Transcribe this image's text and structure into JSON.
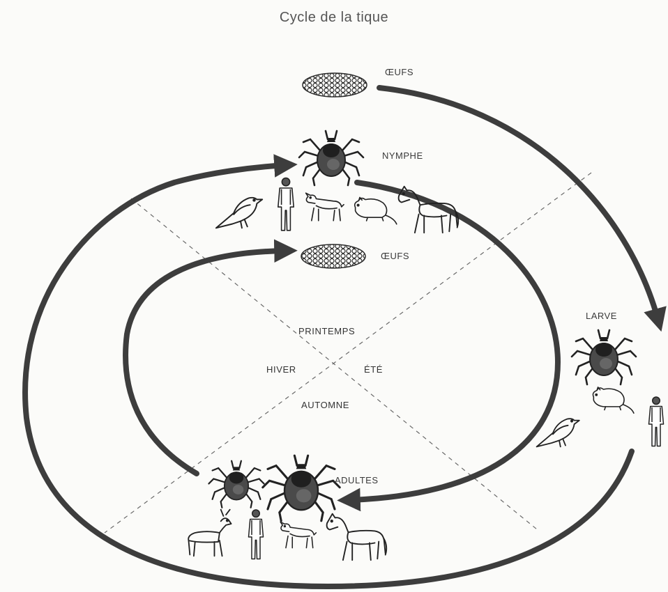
{
  "title": "Cycle de la tique",
  "stages": {
    "eggs_top": "ŒUFS",
    "nymph": "NYMPHE",
    "eggs_middle": "ŒUFS",
    "larva": "LARVE",
    "adults": "ADULTES"
  },
  "seasons": {
    "spring": "PRINTEMPS",
    "winter": "HIVER",
    "summer": "ÉTÉ",
    "autumn": "AUTOMNE"
  },
  "hosts": {
    "nymph": [
      "bird-icon",
      "human-icon",
      "dog-icon",
      "rodent-icon",
      "horse-icon"
    ],
    "larva": [
      "bird-icon",
      "rodent-icon",
      "human-icon"
    ],
    "adults": [
      "deer-icon",
      "human-icon",
      "dog-icon",
      "horse-icon"
    ]
  },
  "colors": {
    "arrow": "#3d3d3d",
    "ink": "#2a2a2a",
    "background": "#fbfbf9"
  }
}
